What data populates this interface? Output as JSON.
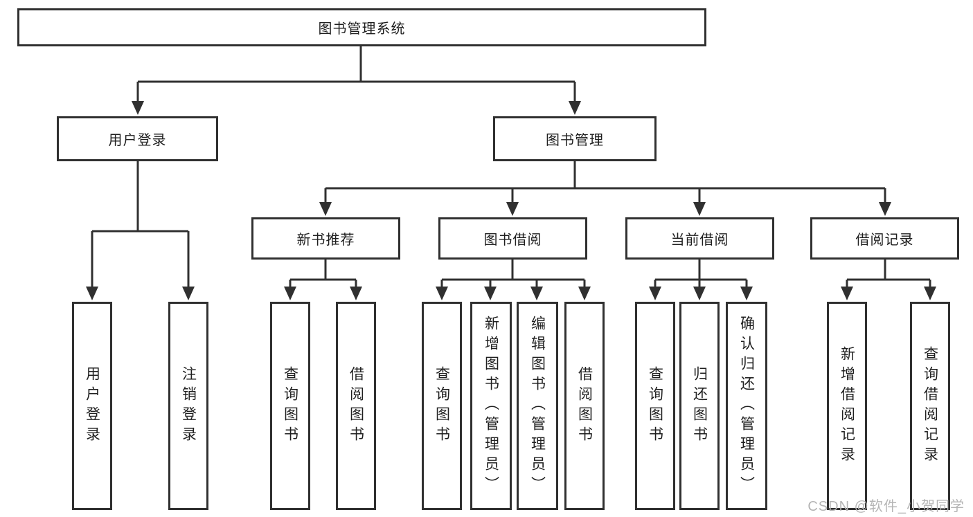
{
  "colors": {
    "line": "#303030",
    "text": "#1f1f1f",
    "box_background": "#ffffff",
    "watermark": "#b5b5b5",
    "background": "#ffffff"
  },
  "watermark": {
    "text": "CSDN @软件_小贺同学"
  },
  "tree": {
    "label": "图书管理系统",
    "children": [
      {
        "label": "用户登录",
        "children": [
          {
            "label": "用户登录"
          },
          {
            "label": "注销登录"
          }
        ]
      },
      {
        "label": "图书管理",
        "children": [
          {
            "label": "新书推荐",
            "children": [
              {
                "label": "查询图书"
              },
              {
                "label": "借阅图书"
              }
            ]
          },
          {
            "label": "图书借阅",
            "children": [
              {
                "label": "查询图书"
              },
              {
                "label": "新增图书（管理员）"
              },
              {
                "label": "编辑图书（管理员）"
              },
              {
                "label": "借阅图书"
              }
            ]
          },
          {
            "label": "当前借阅",
            "children": [
              {
                "label": "查询图书"
              },
              {
                "label": "归还图书"
              },
              {
                "label": "确认归还（管理员）"
              }
            ]
          },
          {
            "label": "借阅记录",
            "children": [
              {
                "label": "新增借阅记录"
              },
              {
                "label": "查询借阅记录"
              }
            ]
          }
        ]
      }
    ]
  }
}
